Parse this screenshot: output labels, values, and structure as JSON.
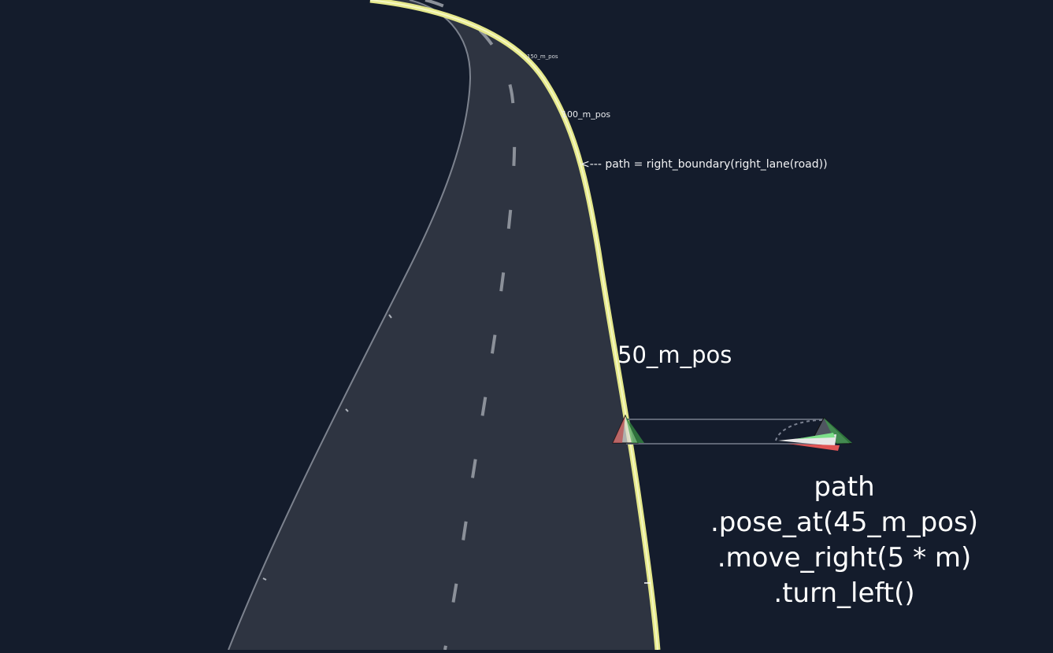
{
  "labels": {
    "m150": "150_m_pos",
    "m100": "100_m_pos",
    "path_annotation": "<--- path = right_boundary(right_lane(road))",
    "m50": "50_m_pos"
  },
  "code": {
    "line1": "path",
    "line2": ".pose_at(45_m_pos)",
    "line3": ".move_right(5 * m)",
    "line4": ".turn_left()"
  },
  "colors": {
    "background": "#141c2c",
    "road": "#2e3441",
    "lane_marking": "#8b9099",
    "right_boundary": "#e5e88a",
    "text": "#ffffff",
    "pose_red": "#e05555",
    "pose_green": "#3da84a"
  }
}
